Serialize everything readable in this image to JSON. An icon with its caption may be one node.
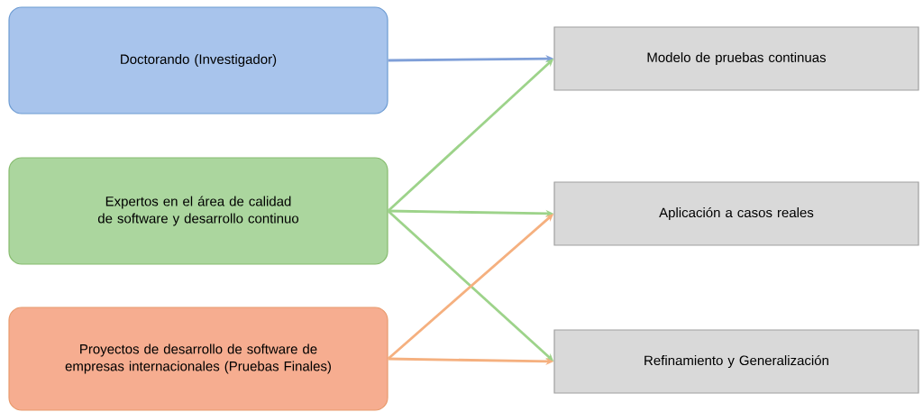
{
  "diagram": {
    "nodes": [
      {
        "text": [
          "Doctorando (Investigador)"
        ]
      },
      {
        "text": [
          "Expertos en el área de calidad de software y desarrollo continuo"
        ]
      },
      {
        "text": [
          "Proyectos de desarrollo de software de empresas internacionales (Pruebas Finales)"
        ]
      },
      {
        "text": [
          "Modelo de pruebas continuas"
        ]
      },
      {
        "text": [
          "Aplicación a casos reales"
        ]
      },
      {
        "text": [
          "Refinamiento y Generalización"
        ]
      }
    ],
    "edges": [
      {
        "from": 0,
        "to": 3,
        "arrow": "to",
        "color": "#7f9fd8"
      },
      {
        "from": 1,
        "to": 3,
        "arrow": "to",
        "color": "#9dd38a"
      },
      {
        "from": 1,
        "to": 4,
        "arrow": "to",
        "color": "#9dd38a"
      },
      {
        "from": 1,
        "to": 5,
        "arrow": "to",
        "color": "#9dd38a"
      },
      {
        "from": 2,
        "to": 4,
        "arrow": "to",
        "color": "#f5b07f"
      },
      {
        "from": 2,
        "to": 5,
        "arrow": "to",
        "color": "#f5b07f"
      }
    ]
  }
}
